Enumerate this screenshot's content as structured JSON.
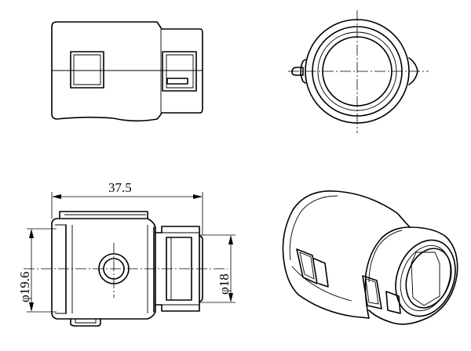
{
  "dimensions": {
    "overall_length": "37.5",
    "outer_diameter": "19.6",
    "inner_diameter": "18",
    "diameter_symbol": "φ"
  }
}
